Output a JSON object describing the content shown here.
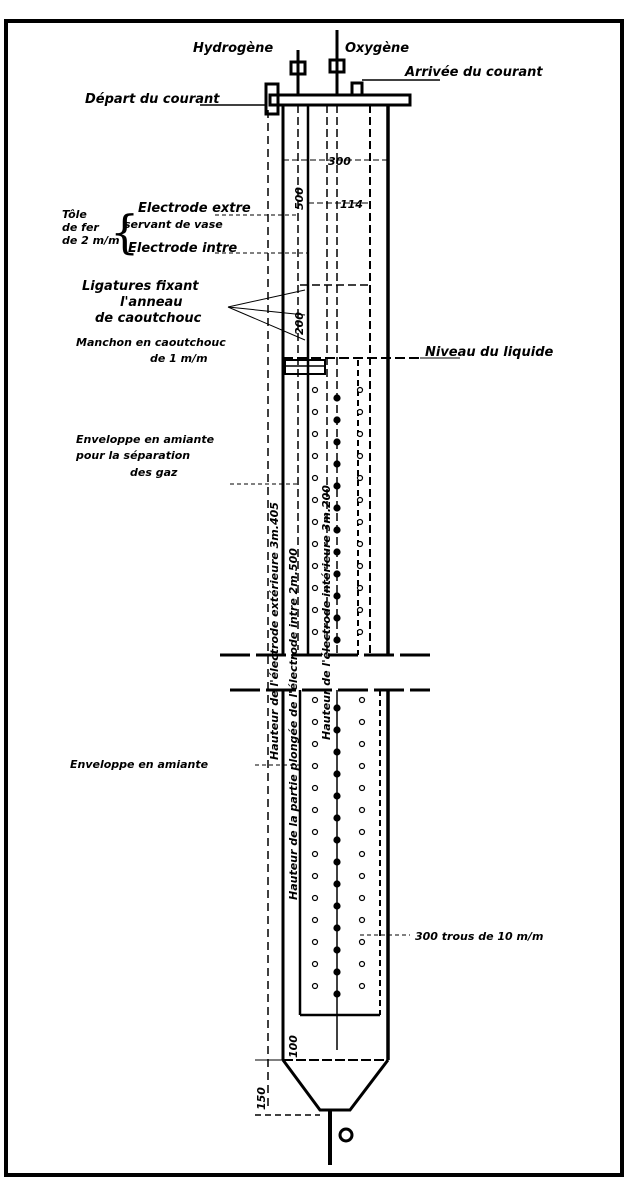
{
  "labels": {
    "hydrogen": "Hydrogène",
    "oxygen": "Oxygène",
    "current_out": "Départ du courant",
    "current_in": "Arrivée du courant",
    "tole_1": "Tôle",
    "tole_2": "de fer",
    "tole_3": "de 2 m/m",
    "outer_electrode_1": "Electrode extre",
    "outer_electrode_2": "servant de vase",
    "inner_electrode": "Electrode intre",
    "ligatures_1": "Ligatures fixant",
    "ligatures_2": "l'anneau",
    "ligatures_3": "de caoutchouc",
    "sleeve_1": "Manchon en caoutchouc",
    "sleeve_2": "de 1 m/m",
    "liquid_level": "Niveau du liquide",
    "asbestos_1": "Enveloppe en amiante",
    "asbestos_2": "pour la séparation",
    "asbestos_3": "des gaz",
    "asbestos_lower": "Enveloppe en amiante",
    "holes": "300 trous de 10 m/m",
    "height_outer": "Hauteur de l'électrode extérieure 3m.405",
    "height_immersed": "Hauteur de la partie plongée de l'électrode intre 2m.500",
    "height_inner": "Hauteur de l'électrode intérieure 3m.200"
  },
  "dimensions": {
    "d300": "300",
    "d500": "500",
    "d114": "114",
    "d200": "200",
    "d100": "100",
    "d150": "150"
  }
}
